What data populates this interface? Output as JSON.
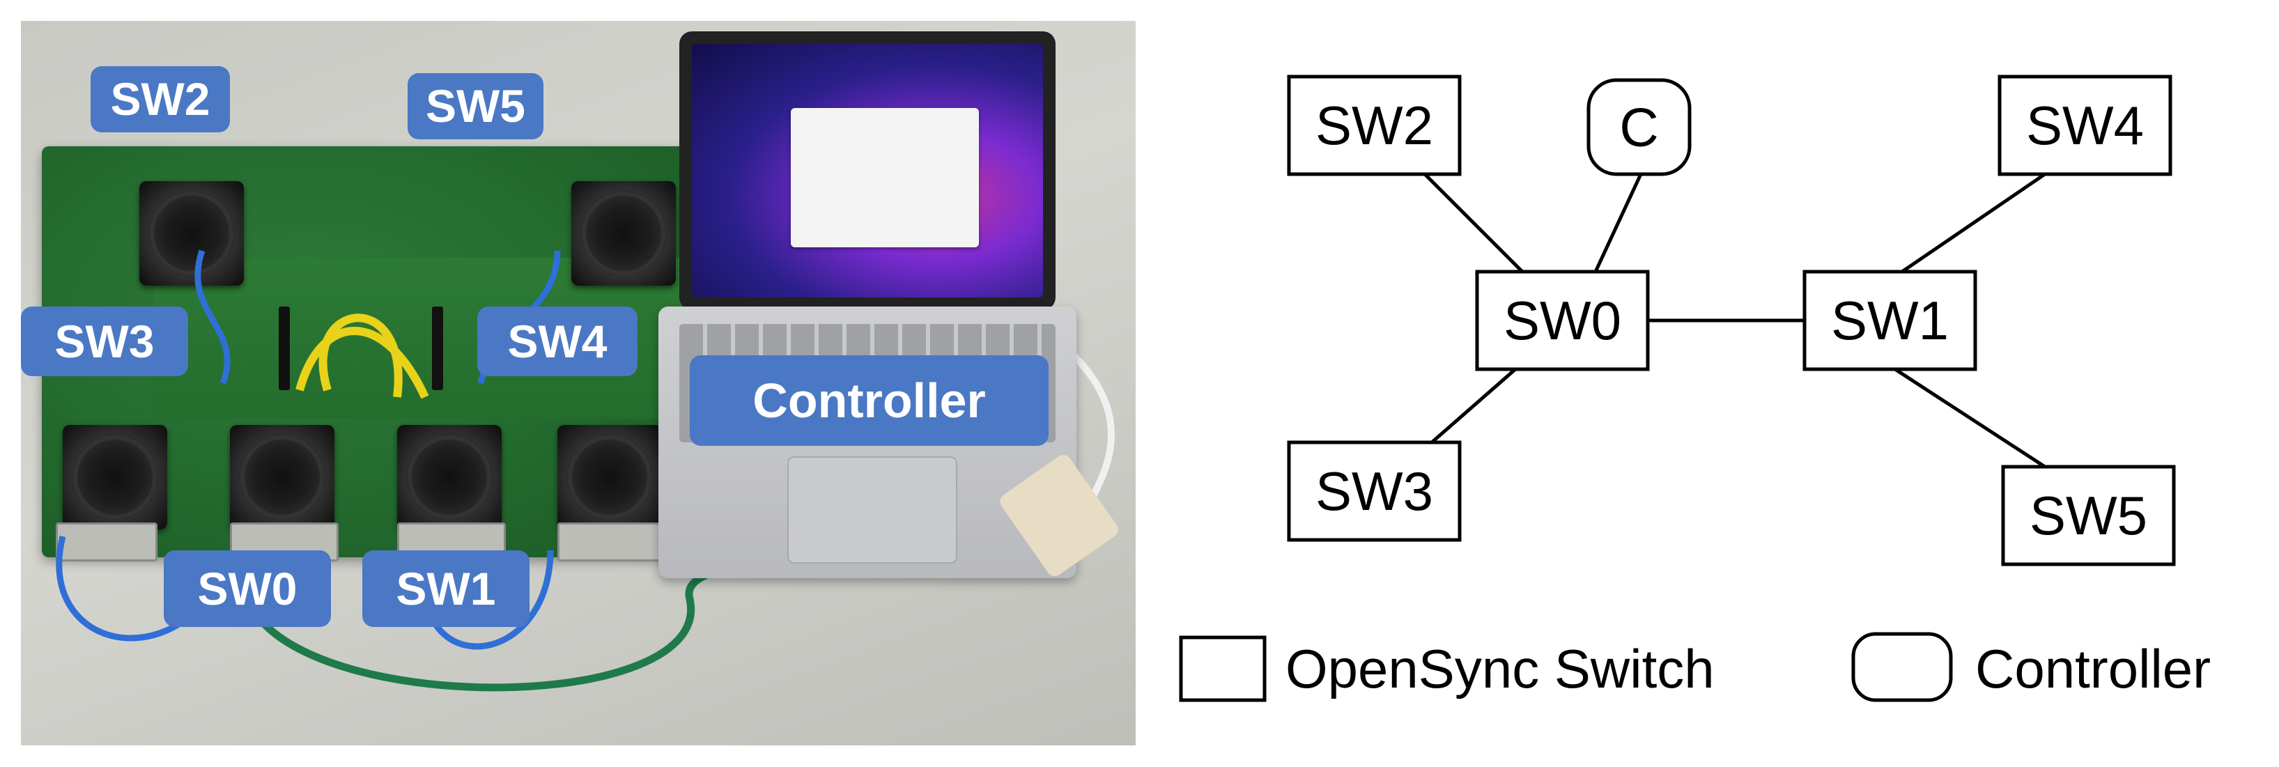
{
  "photo": {
    "labels": [
      "SW2",
      "SW5",
      "SW3",
      "SW4",
      "Controller",
      "SW0",
      "SW1"
    ]
  },
  "diagram": {
    "nodes": [
      {
        "id": "SW2",
        "label": "SW2",
        "shape": "square"
      },
      {
        "id": "C",
        "label": "C",
        "shape": "rounded"
      },
      {
        "id": "SW4",
        "label": "SW4",
        "shape": "square"
      },
      {
        "id": "SW0",
        "label": "SW0",
        "shape": "square"
      },
      {
        "id": "SW1",
        "label": "SW1",
        "shape": "square"
      },
      {
        "id": "SW3",
        "label": "SW3",
        "shape": "square"
      },
      {
        "id": "SW5",
        "label": "SW5",
        "shape": "square"
      }
    ],
    "edges": [
      [
        "SW2",
        "SW0"
      ],
      [
        "C",
        "SW0"
      ],
      [
        "SW0",
        "SW3"
      ],
      [
        "SW0",
        "SW1"
      ],
      [
        "SW1",
        "SW4"
      ],
      [
        "SW1",
        "SW5"
      ]
    ],
    "legend": [
      {
        "shape": "square",
        "label": "OpenSync Switch"
      },
      {
        "shape": "rounded",
        "label": "Controller"
      }
    ]
  },
  "colors": {
    "label_bg": "#4a78c4",
    "label_text": "#ffffff",
    "stroke": "#000000"
  }
}
